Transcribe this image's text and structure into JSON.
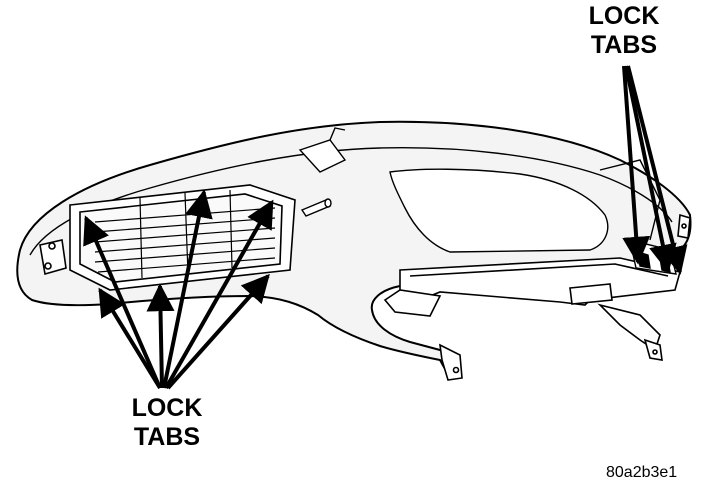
{
  "callouts": {
    "top_right": {
      "line1": "LOCK",
      "line2": "TABS"
    },
    "bottom_left": {
      "line1": "LOCK",
      "line2": "TABS"
    }
  },
  "figure_code": "80a2b3e1",
  "colors": {
    "ink": "#000000",
    "paper": "#ffffff",
    "panel_fill": "#f2f2f2"
  }
}
